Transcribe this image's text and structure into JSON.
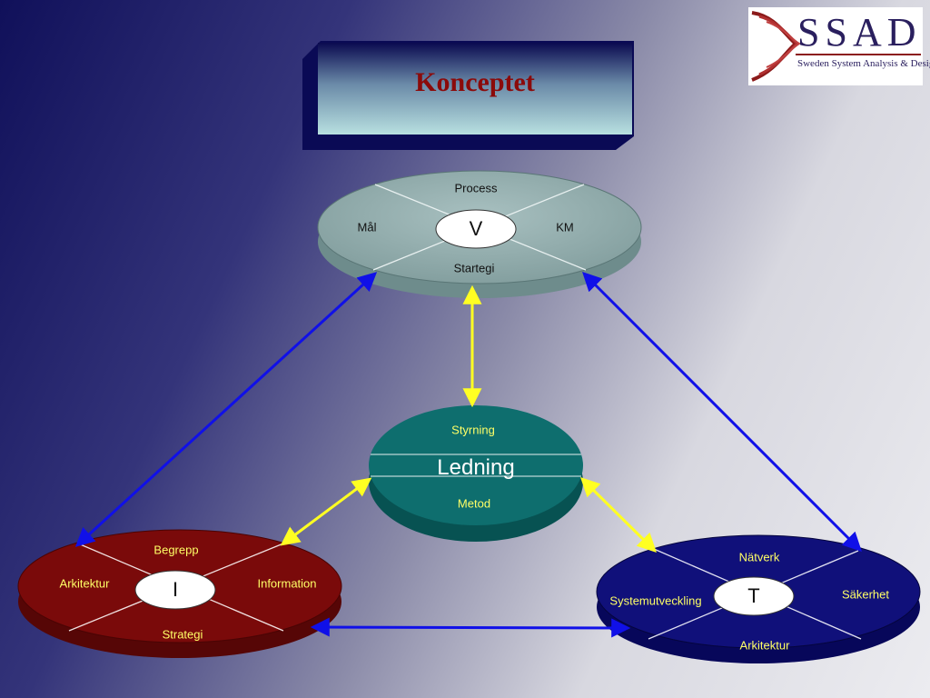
{
  "logo": {
    "name": "SSAD",
    "tagline": "Sweden System Analysis & Design"
  },
  "title": "Konceptet",
  "colors": {
    "title_text": "#8b0a0a",
    "v_disc": "#90a8a8",
    "ledning_disc": "#0d6b6b",
    "i_disc": "#7a0a0a",
    "t_disc": "#10107a",
    "blue_arrow": "#1010e8",
    "yellow_arrow": "#ffff22"
  },
  "nodes": {
    "v": {
      "center": "V",
      "top": "Process",
      "left": "Mål",
      "right": "KM",
      "bottom": "Startegi"
    },
    "ledning": {
      "center": "Ledning",
      "top": "Styrning",
      "bottom": "Metod"
    },
    "i": {
      "center": "I",
      "top": "Begrepp",
      "left": "Arkitektur",
      "right": "Information",
      "bottom": "Strategi"
    },
    "t": {
      "center": "T",
      "top": "Nätverk",
      "left": "Systemutveckling",
      "right": "Säkerhet",
      "bottom": "Arkitektur"
    }
  },
  "edges": [
    {
      "from": "v",
      "to": "i",
      "style": "blue-double-arrow"
    },
    {
      "from": "v",
      "to": "t",
      "style": "blue-double-arrow"
    },
    {
      "from": "i",
      "to": "t",
      "style": "blue-double-arrow"
    },
    {
      "from": "v",
      "to": "ledning",
      "style": "yellow-double-arrow"
    },
    {
      "from": "ledning",
      "to": "i",
      "style": "yellow-double-arrow"
    },
    {
      "from": "ledning",
      "to": "t",
      "style": "yellow-double-arrow"
    }
  ]
}
